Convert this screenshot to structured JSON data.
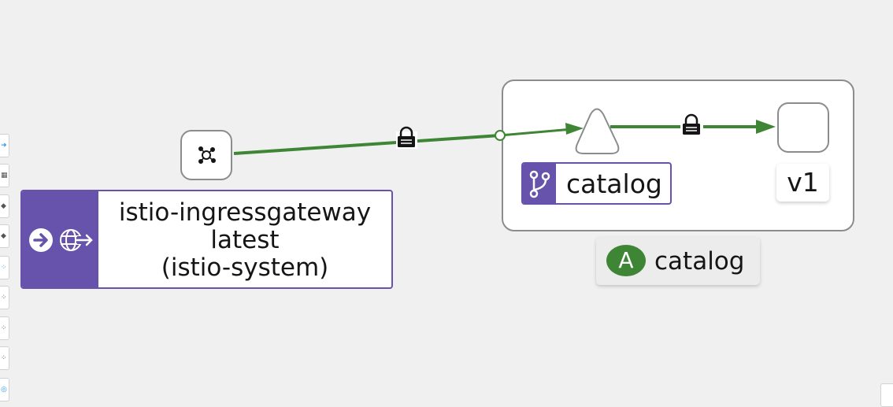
{
  "toolbar": {
    "buttons": [
      {
        "name": "toolbar-button-1"
      },
      {
        "name": "toolbar-button-2"
      },
      {
        "name": "toolbar-button-3"
      },
      {
        "name": "toolbar-button-4"
      },
      {
        "name": "toolbar-button-5"
      },
      {
        "name": "toolbar-button-6"
      },
      {
        "name": "toolbar-button-7"
      },
      {
        "name": "toolbar-button-8"
      },
      {
        "name": "toolbar-button-9"
      }
    ]
  },
  "graph": {
    "gateway": {
      "lines": [
        "istio-ingressgateway",
        "latest",
        "(istio-system)"
      ],
      "icons": [
        "arrow-right-circle-icon",
        "globe-arrow-icon"
      ]
    },
    "service_node": {
      "icon": "service-mesh-icon"
    },
    "app_box": {
      "label": "catalog",
      "badge": "A",
      "badge_color": "#3e8635"
    },
    "virtual_service": {
      "label": "catalog",
      "icon": "code-branch-icon"
    },
    "workload": {
      "version": "v1"
    },
    "edges": [
      {
        "from": "service",
        "to": "app",
        "mtls": true,
        "icon": "lock-icon"
      },
      {
        "from": "app",
        "to": "workload",
        "mtls": true,
        "icon": "lock-icon"
      }
    ],
    "colors": {
      "edge": "#3e8635",
      "accent": "#6753ac",
      "node_border": "#8a8d90"
    }
  }
}
